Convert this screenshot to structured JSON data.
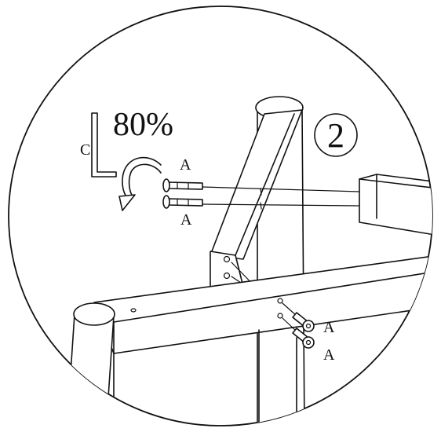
{
  "step": {
    "number": "2",
    "torque_percent": "80%",
    "tool_label": "C"
  },
  "hardware_labels": {
    "bolt_upper": "A",
    "bolt_lower": "A",
    "bolt_right_upper": "A",
    "bolt_right_lower": "A"
  }
}
